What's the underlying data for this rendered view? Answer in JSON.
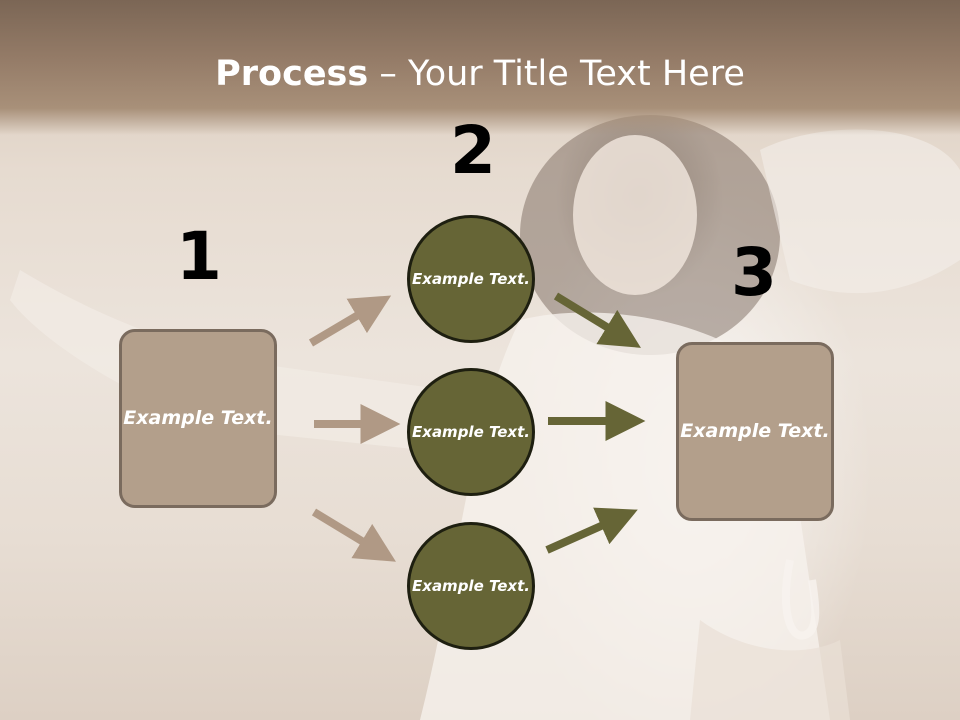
{
  "title": {
    "bold": "Process",
    "rest": " – Your Title Text Here"
  },
  "steps": {
    "one": {
      "number": "1",
      "label": "Example Text."
    },
    "two": {
      "number": "2",
      "items": [
        "Example Text.",
        "Example Text.",
        "Example Text."
      ]
    },
    "three": {
      "number": "3",
      "label": "Example Text."
    }
  },
  "colors": {
    "header": "#8a7462",
    "box_fill": "#b39f8b",
    "circle_fill": "#666536",
    "left_arrow": "#b09985",
    "right_arrow": "#666536"
  }
}
